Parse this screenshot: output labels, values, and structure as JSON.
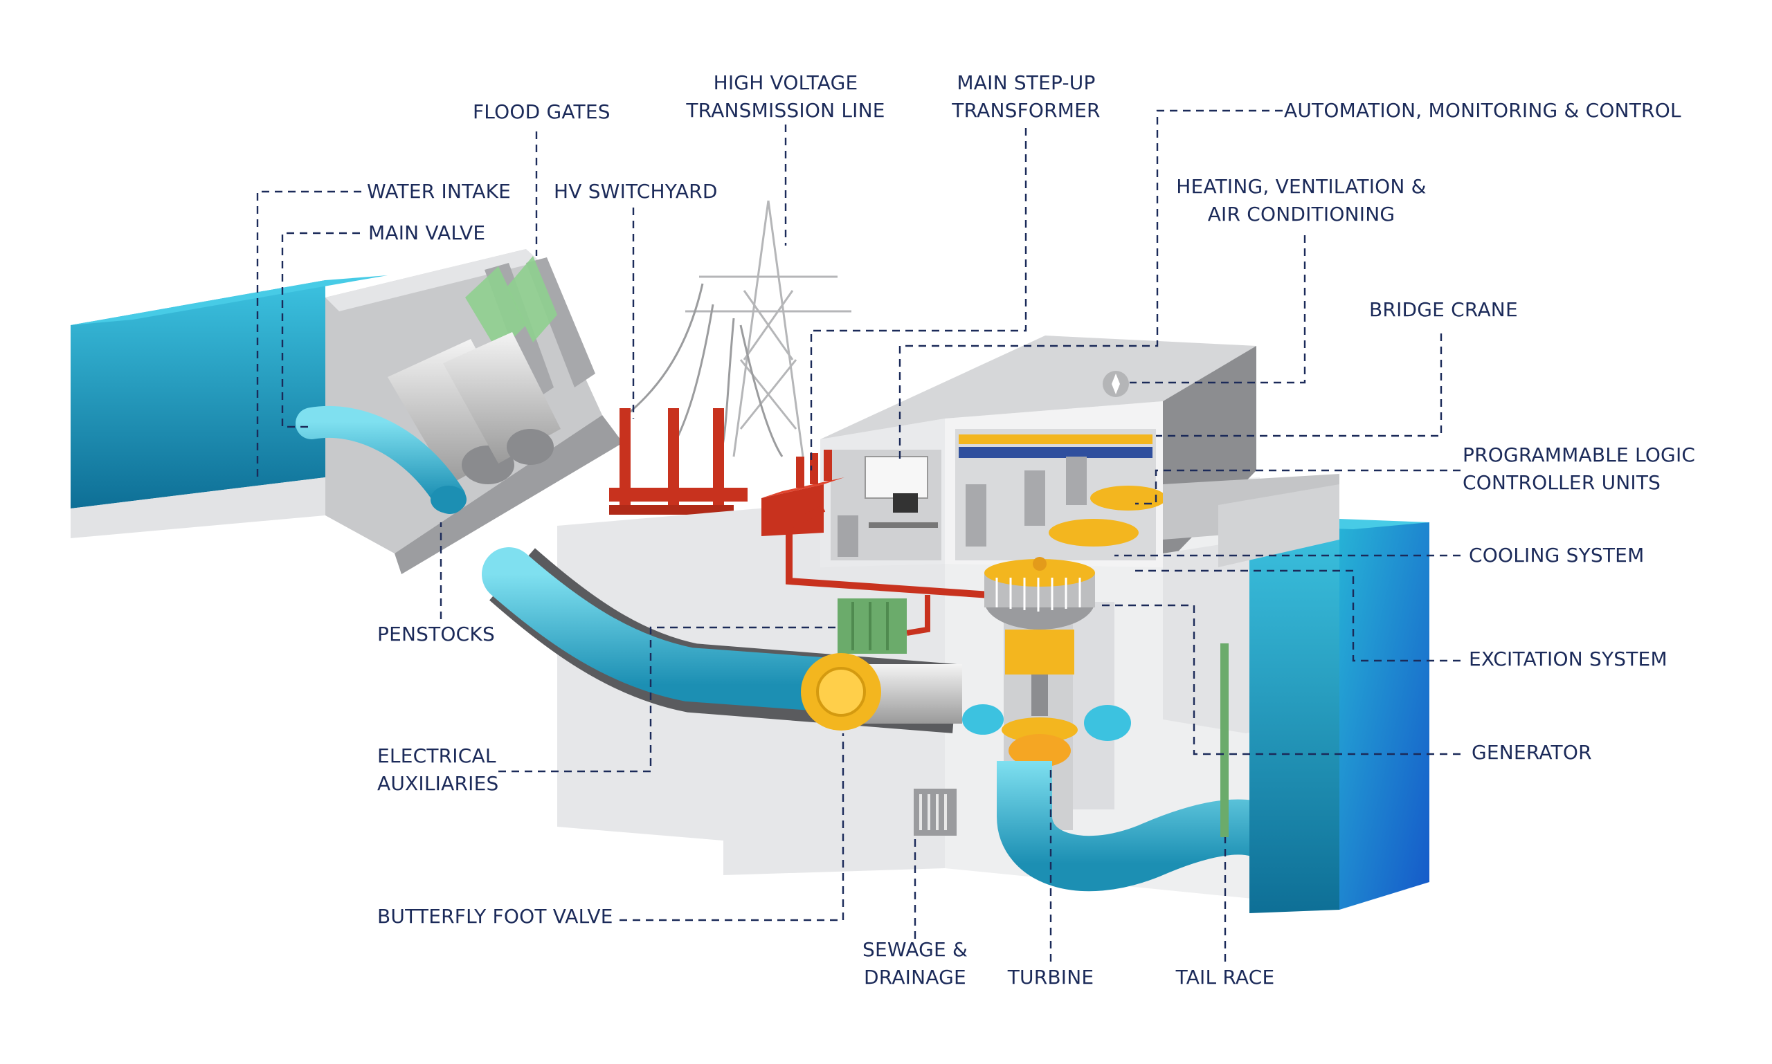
{
  "labels": {
    "flood_gates": "FLOOD GATES",
    "high_voltage_line_1": "HIGH VOLTAGE",
    "high_voltage_line_2": "TRANSMISSION LINE",
    "step_up_1": "MAIN STEP-UP",
    "step_up_2": "TRANSFORMER",
    "automation": "AUTOMATION, MONITORING & CONTROL",
    "water_intake": "WATER INTAKE",
    "main_valve": "MAIN VALVE",
    "hv_switchyard": "HV SWITCHYARD",
    "hvac_1": "HEATING, VENTILATION &",
    "hvac_2": "AIR CONDITIONING",
    "bridge_crane": "BRIDGE CRANE",
    "plc_1": "PROGRAMMABLE LOGIC",
    "plc_2": "CONTROLLER UNITS",
    "cooling": "COOLING SYSTEM",
    "excitation": "EXCITATION SYSTEM",
    "generator": "GENERATOR",
    "penstocks": "PENSTOCKS",
    "electrical_aux_1": "ELECTRICAL",
    "electrical_aux_2": "AUXILIARIES",
    "butterfly_valve": "BUTTERFLY FOOT VALVE",
    "sewage_1": "SEWAGE &",
    "sewage_2": "DRAINAGE",
    "turbine": "TURBINE",
    "tail_race": "TAIL RACE"
  },
  "colors": {
    "label_text": "#1b2a59",
    "water": "#1fa3c7",
    "concrete": "#e6e7e9",
    "equipment_red": "#c8321e",
    "turbine_yellow": "#f3b61f",
    "flood_gate_green": "#8fcf8f"
  }
}
